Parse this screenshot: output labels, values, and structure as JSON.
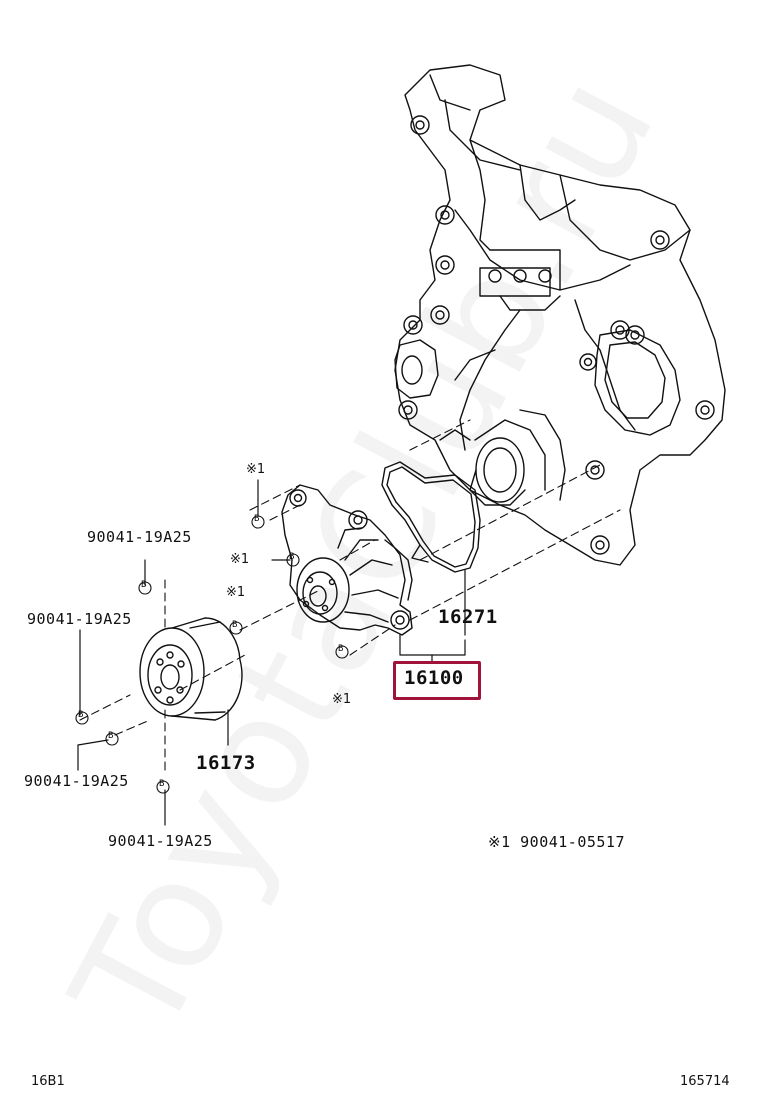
{
  "diagram": {
    "parts": {
      "water_pump_assy": "16100",
      "gasket": "16271",
      "pulley": "16173",
      "bolt_upper_left": "90041-19A25",
      "bolt_left": "90041-19A25",
      "bolt_lower_left": "90041-19A25",
      "bolt_bottom": "90041-19A25"
    },
    "marks": {
      "ref1": "※1",
      "bolt_symbol": "B"
    },
    "footnote": "※1  90041-05517",
    "corner_left": "16B1",
    "corner_right": "165714",
    "watermark": "ToyotaClub.ru",
    "highlight_color": "#a0143c"
  }
}
